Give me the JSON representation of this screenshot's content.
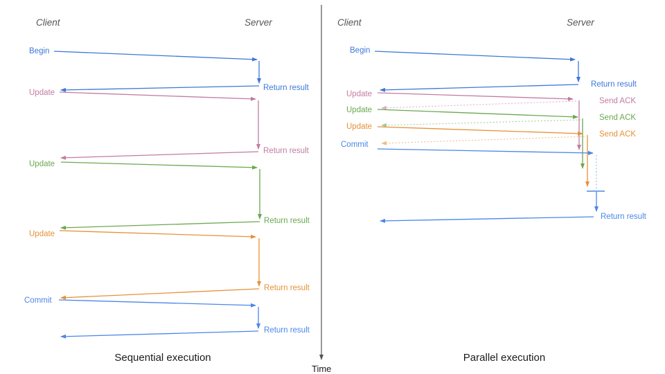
{
  "diagram": {
    "time_axis_label": "Time",
    "colors": {
      "blue": "#3c78d8",
      "light_blue": "#4a86e8",
      "pink": "#c27ba0",
      "green": "#6aa84f",
      "orange": "#e69138",
      "axis": "#555555",
      "header": "#555555",
      "title": "#1a1a1a"
    },
    "panels": [
      {
        "title": "Sequential execution",
        "client_label": "Client",
        "server_label": "Server",
        "messages": [
          {
            "label": "Begin",
            "color": "blue",
            "response_label": "Return result",
            "response_style": "solid"
          },
          {
            "label": "Update",
            "color": "pink",
            "response_label": "Return result",
            "response_style": "solid"
          },
          {
            "label": "Update",
            "color": "green",
            "response_label": "Return result",
            "response_style": "solid"
          },
          {
            "label": "Update",
            "color": "orange",
            "response_label": "Return result",
            "response_style": "solid"
          },
          {
            "label": "Commit",
            "color": "light_blue",
            "response_label": "Return result",
            "response_style": "solid"
          }
        ]
      },
      {
        "title": "Parallel execution",
        "client_label": "Client",
        "server_label": "Server",
        "messages": [
          {
            "label": "Begin",
            "color": "blue",
            "response_label": "Return result",
            "response_style": "solid"
          },
          {
            "label": "Update",
            "color": "pink",
            "response_label": "Send ACK",
            "response_style": "dotted"
          },
          {
            "label": "Update",
            "color": "green",
            "response_label": "Send ACK",
            "response_style": "dotted"
          },
          {
            "label": "Update",
            "color": "orange",
            "response_label": "Send ACK",
            "response_style": "dotted"
          },
          {
            "label": "Commit",
            "color": "light_blue",
            "response_label": "Return result",
            "response_style": "solid"
          }
        ]
      }
    ]
  }
}
